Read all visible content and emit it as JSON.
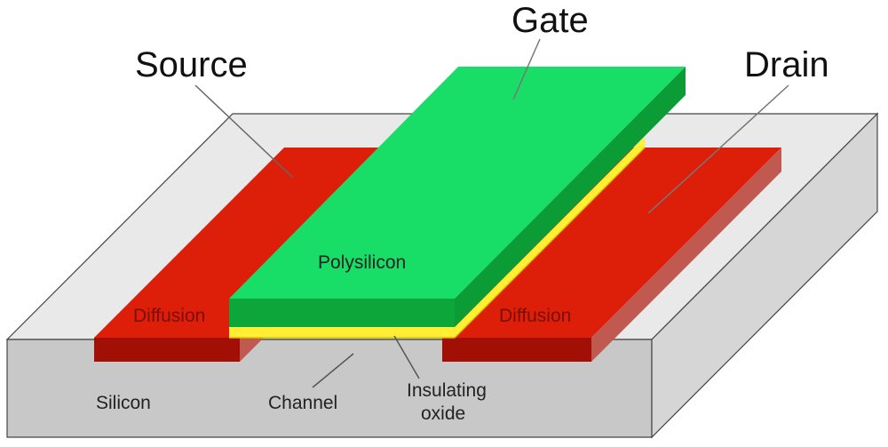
{
  "labels": {
    "gate": "Gate",
    "source": "Source",
    "drain": "Drain",
    "polysilicon": "Polysilicon",
    "diffusion_left": "Diffusion",
    "diffusion_right": "Diffusion",
    "silicon": "Silicon",
    "channel": "Channel",
    "insulating_line1": "Insulating",
    "insulating_line2": "oxide"
  },
  "colors": {
    "silicon_top": "#e9e9e9",
    "silicon_front": "#c8c8c8",
    "silicon_side": "#d6d6d6",
    "diffusion_top": "#dd1f0a",
    "diffusion_front": "#a10f05",
    "diffusion_side": "#c05a50",
    "gate_top": "#18dd66",
    "gate_front": "#0ca63a",
    "gate_side": "#0c9c36",
    "oxide": "#ffee33",
    "oxide_dark": "#d9c400"
  }
}
